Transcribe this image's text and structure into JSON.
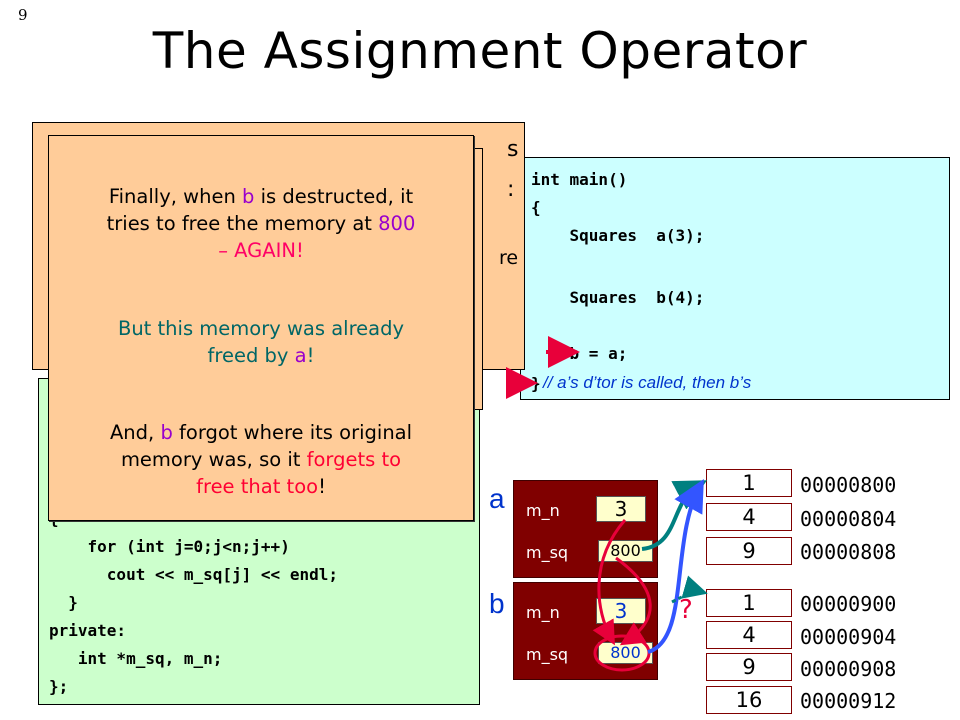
{
  "slide": {
    "number": "9",
    "title": "The Assignment Operator"
  },
  "main_code": {
    "lines": [
      "int main()",
      "{",
      "    Squares  a(3);",
      "    Squares  b(4);",
      "    b = a;",
      "}"
    ],
    "comment": "// a’s d’tor is called, then b’s"
  },
  "class_code": {
    "lines": [
      "{",
      "    for (int j=0;j<n;j++)",
      "      cout << m_sq[j] << endl;",
      "  }",
      "private:",
      "   int *m_sq, m_n;",
      "};"
    ]
  },
  "callout_back": {
    "peek1": "s",
    "peek2": ":",
    "peek3": "re"
  },
  "callout_front": {
    "p1_a": "Finally, when ",
    "p1_b": "b",
    "p1_c": " is destructed, it",
    "p1_d": "tries to free the memory at ",
    "p1_e": "800",
    "p1_f": "– AGAIN!",
    "p2_a": "But this memory was already",
    "p2_b": "freed by ",
    "p2_c": "a",
    "p2_d": "!",
    "p3_a": "And, ",
    "p3_b": "b",
    "p3_c": " forgot where its original",
    "p3_d": "memory was, so it ",
    "p3_e": "forgets to",
    "p3_f": "free that too",
    "p3_g": "!"
  },
  "objects": {
    "a": {
      "label": "a",
      "m_n_name": "m_n",
      "m_n_value": "3",
      "m_sq_name": "m_sq",
      "m_sq_value": "800"
    },
    "b": {
      "label": "b",
      "m_n_name": "m_n",
      "m_n_value": "3",
      "m_sq_name": "m_sq",
      "m_sq_value": "800"
    }
  },
  "memory_a": [
    {
      "value": "1",
      "address": "00000800"
    },
    {
      "value": "4",
      "address": "00000804"
    },
    {
      "value": "9",
      "address": "00000808"
    }
  ],
  "memory_b": [
    {
      "value": "1",
      "address": "00000900"
    },
    {
      "value": "4",
      "address": "00000904"
    },
    {
      "value": "9",
      "address": "00000908"
    },
    {
      "value": "16",
      "address": "00000912"
    }
  ],
  "unknown_marker": "?",
  "colors": {
    "code_bg": "#ccffff",
    "class_bg": "#ccffcc",
    "callout_bg": "#ffcc99",
    "object_bg": "#800000",
    "arrow_red": "#e8003a",
    "arrow_teal": "#008080",
    "arrow_blue": "#3355ff"
  }
}
